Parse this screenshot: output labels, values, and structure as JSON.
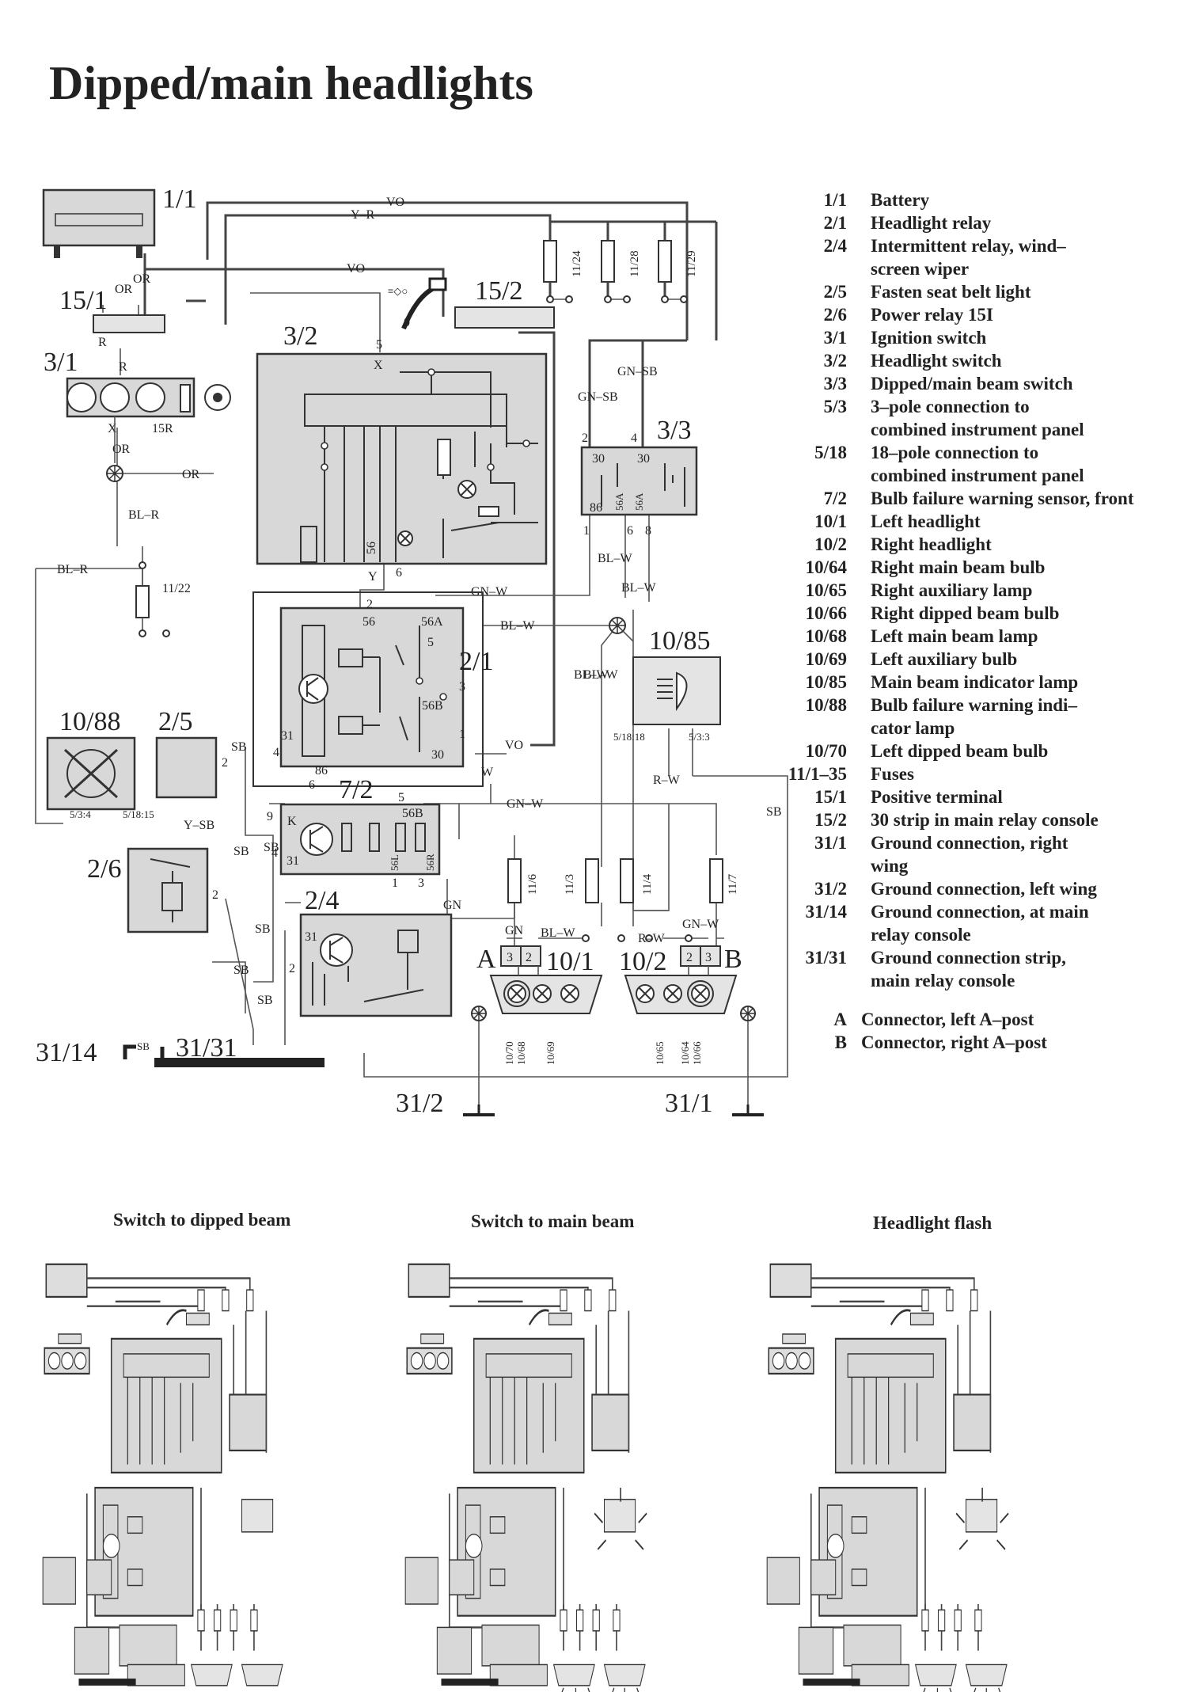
{
  "title": "Dipped/main headlights",
  "components": {
    "c1_1": "1/1",
    "c15_1": "15/1",
    "c3_1": "3/1",
    "c3_2": "3/2",
    "c15_2": "15/2",
    "c3_3": "3/3",
    "c2_1": "2/1",
    "c10_85": "10/85",
    "c10_88": "10/88",
    "c2_5": "2/5",
    "c7_2": "7/2",
    "c2_6": "2/6",
    "c2_4": "2/4",
    "c10_1": "10/1",
    "c10_2": "10/2",
    "c31_14": "31/14",
    "c31_31": "31/31",
    "c31_2": "31/2",
    "c31_1": "31/1",
    "conn_a": "A",
    "conn_b": "B"
  },
  "wires": {
    "vo": "VO",
    "y_r": "Y–R",
    "or": "OR",
    "r": "R",
    "x": "X",
    "r15": "15R",
    "bl_r": "BL–R",
    "gn_sb": "GN–SB",
    "gn_w": "GN–W",
    "bl_w": "BL–W",
    "y": "Y",
    "sb": "SB",
    "w": "W",
    "r_w": "R–W",
    "gn": "GN",
    "y_sb": "Y–SB"
  },
  "pins": {
    "p2": "2",
    "p4": "4",
    "p30": "30",
    "p86": "86",
    "p56a": "56A",
    "p1": "1",
    "p6": "6",
    "p8": "8",
    "p56": "56",
    "p56b": "56B",
    "p3": "3",
    "p31": "31",
    "p5": "5",
    "p9": "9",
    "k": "K",
    "p56l": "56L",
    "p56r": "56R",
    "p5_18_18": "5/18:18",
    "p5_3_3": "5/3:3",
    "p5_3_4": "5/3:4",
    "p5_18_15": "5/18:15"
  },
  "fuses": {
    "f11_24": "11/24",
    "f11_28": "11/28",
    "f11_29": "11/29",
    "f11_22": "11/22",
    "f11_6": "11/6",
    "f11_3": "11/3",
    "f11_4": "11/4",
    "f11_7": "11/7"
  },
  "bulbs": {
    "b10_70": "10/70",
    "b10_68": "10/68",
    "b10_69": "10/69",
    "b10_65": "10/65",
    "b10_64": "10/64",
    "b10_66": "10/66"
  },
  "legend": [
    {
      "code": "1/1",
      "desc": "Battery"
    },
    {
      "code": "2/1",
      "desc": "Headlight relay"
    },
    {
      "code": "2/4",
      "desc": "Intermittent relay, wind–"
    },
    {
      "code": "",
      "desc": "screen wiper"
    },
    {
      "code": "2/5",
      "desc": "Fasten seat belt light"
    },
    {
      "code": "2/6",
      "desc": "Power relay 15I"
    },
    {
      "code": "3/1",
      "desc": "Ignition switch"
    },
    {
      "code": "3/2",
      "desc": "Headlight switch"
    },
    {
      "code": "3/3",
      "desc": "Dipped/main beam switch"
    },
    {
      "code": "5/3",
      "desc": "3–pole connection to"
    },
    {
      "code": "",
      "desc": "combined instrument panel"
    },
    {
      "code": "5/18",
      "desc": "18–pole connection to"
    },
    {
      "code": "",
      "desc": "combined instrument panel"
    },
    {
      "code": "7/2",
      "desc": "Bulb failure warning sensor, front"
    },
    {
      "code": "10/1",
      "desc": "Left headlight"
    },
    {
      "code": "10/2",
      "desc": "Right headlight"
    },
    {
      "code": "10/64",
      "desc": "Right main beam bulb"
    },
    {
      "code": "10/65",
      "desc": "Right auxiliary lamp"
    },
    {
      "code": "10/66",
      "desc": "Right dipped beam bulb"
    },
    {
      "code": "10/68",
      "desc": "Left main beam lamp"
    },
    {
      "code": "10/69",
      "desc": "Left auxiliary bulb"
    },
    {
      "code": "10/85",
      "desc": "Main beam indicator lamp"
    },
    {
      "code": "10/88",
      "desc": "Bulb failure warning indi–"
    },
    {
      "code": "",
      "desc": "cator lamp"
    },
    {
      "code": "10/70",
      "desc": "Left dipped beam bulb"
    },
    {
      "code": "11/1–35",
      "desc": "Fuses"
    },
    {
      "code": "15/1",
      "desc": "Positive terminal"
    },
    {
      "code": "15/2",
      "desc": "30 strip in main relay console"
    },
    {
      "code": "31/1",
      "desc": "Ground connection, right"
    },
    {
      "code": "",
      "desc": "wing"
    },
    {
      "code": "31/2",
      "desc": "Ground connection, left wing"
    },
    {
      "code": "31/14",
      "desc": "Ground connection, at main"
    },
    {
      "code": "",
      "desc": "relay console"
    },
    {
      "code": "31/31",
      "desc": "Ground connection strip,"
    },
    {
      "code": "",
      "desc": "main relay console"
    }
  ],
  "connectors": [
    {
      "code": "A",
      "desc": "Connector, left A–post"
    },
    {
      "code": "B",
      "desc": "Connector, right A–post"
    }
  ],
  "captions": {
    "dipped": "Switch to dipped beam",
    "main": "Switch to main beam",
    "flash": "Headlight flash"
  }
}
